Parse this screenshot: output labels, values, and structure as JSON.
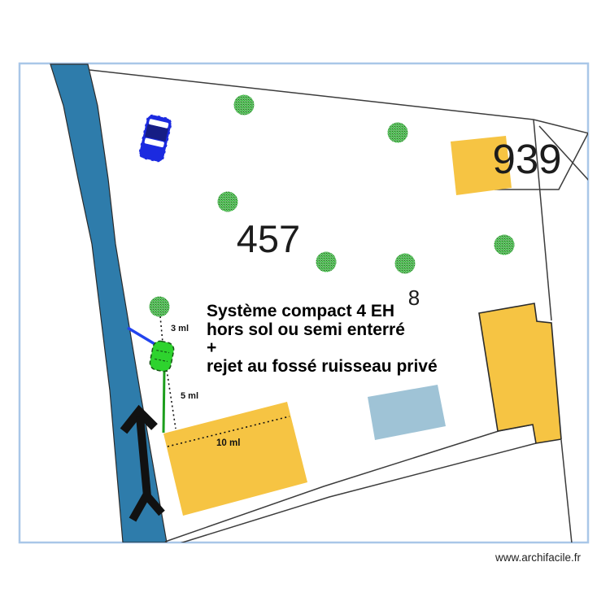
{
  "frame": {
    "border_color": "#a9c7e8"
  },
  "colors": {
    "stream": "#2e7cab",
    "stream_outline": "#2b2b2b",
    "building_fill": "#f6c443",
    "building_outline": "#2b2b2b",
    "pool_fill": "#9fc3d6",
    "device_fill": "#2ed32e",
    "device_outline": "#155515",
    "pipe_blue": "#2244ee",
    "pipe_green": "#1d9e1d",
    "car_body": "#1b2ae0",
    "car_roof": "#161d85",
    "parcel_line": "#3c3c3c",
    "arrow": "#111111"
  },
  "labels": {
    "parcel_main": "457",
    "parcel_neighbor": "939",
    "parcel_small": "8"
  },
  "annotation": {
    "line1": "Système compact 4 EH",
    "line2": "hors sol ou semi enterré",
    "line3": "+",
    "line4": "rejet au fossé ruisseau privé"
  },
  "measurements": {
    "m3": "3 ml",
    "m5": "5 ml",
    "m10": "10 ml"
  },
  "watermark": "www.archifacile.fr"
}
